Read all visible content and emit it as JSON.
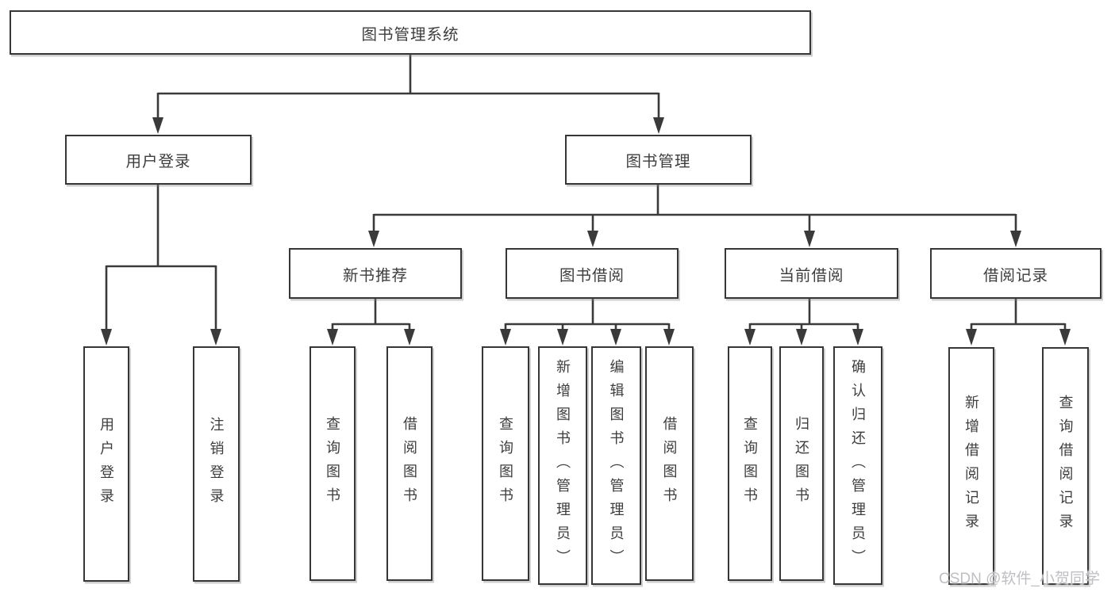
{
  "diagram": {
    "root": {
      "label": "图书管理系统"
    },
    "level2": [
      {
        "label": "用户登录"
      },
      {
        "label": "图书管理"
      }
    ],
    "level3": [
      {
        "label": "新书推荐"
      },
      {
        "label": "图书借阅"
      },
      {
        "label": "当前借阅"
      },
      {
        "label": "借阅记录"
      }
    ],
    "leaves": {
      "user_login": [
        "用户登录",
        "注销登录"
      ],
      "new_books": [
        "查询图书",
        "借阅图书"
      ],
      "book_borrow": [
        "查询图书",
        "新增图书（管理员）",
        "编辑图书（管理员）",
        "借阅图书"
      ],
      "current_borrow": [
        "查询图书",
        "归还图书",
        "确认归还（管理员）"
      ],
      "borrow_records": [
        "新增借阅记录",
        "查询借阅记录"
      ]
    }
  },
  "watermark": {
    "text": "CSDN @软件_小贺同学"
  },
  "colors": {
    "line": "#3a3a3a",
    "box_border": "#363636",
    "text": "#3d3d3d",
    "watermark": "#bfbfc3",
    "background": "#ffffff"
  }
}
